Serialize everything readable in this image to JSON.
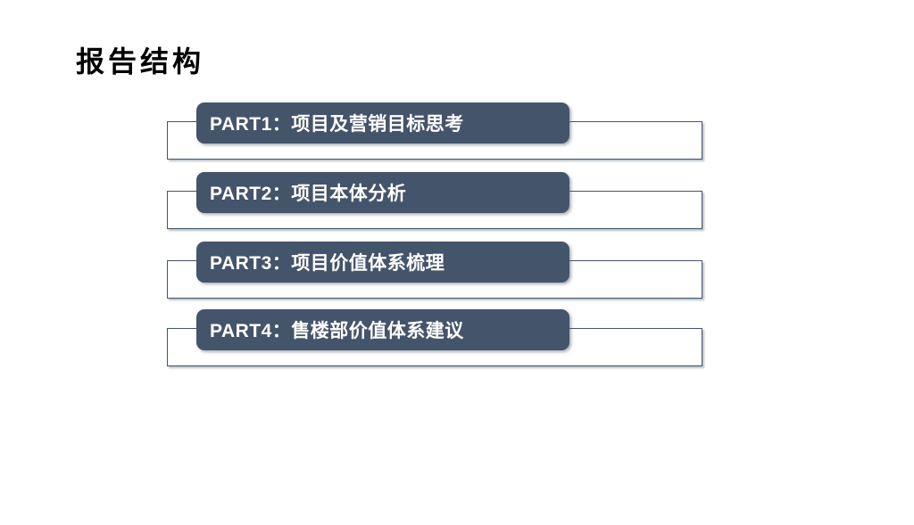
{
  "slide": {
    "title": "报告结构",
    "parts": [
      {
        "label": "PART1：项目及营销目标思考"
      },
      {
        "label": "PART2：项目本体分析"
      },
      {
        "label": "PART3：项目价值体系梳理"
      },
      {
        "label": "PART4：售楼部价值体系建议"
      }
    ],
    "colors": {
      "banner_fill": "#44546A",
      "banner_text": "#FFFFFF",
      "backplate_fill": "#FFFFFF",
      "backplate_border": "#44546A",
      "title_text": "#000000",
      "background": "#FFFFFF"
    }
  }
}
